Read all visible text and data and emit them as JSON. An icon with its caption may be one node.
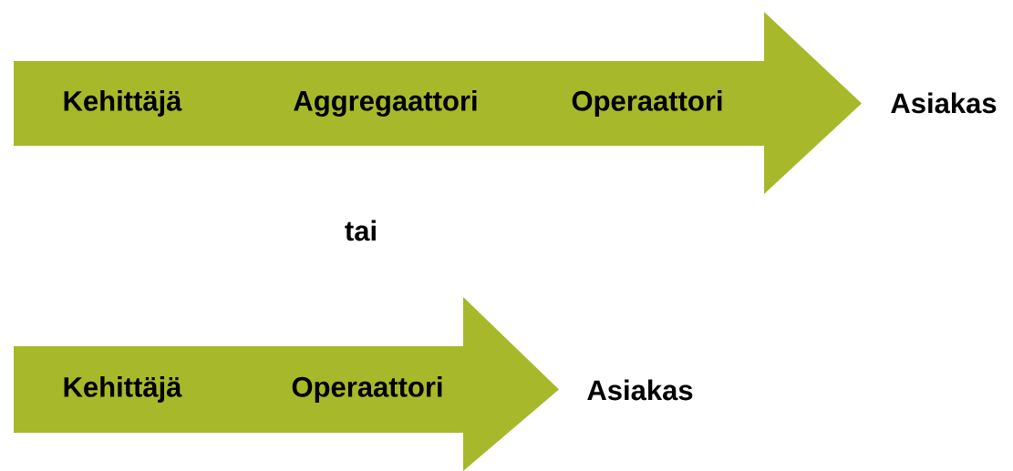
{
  "diagram": {
    "nodes": [
      {
        "text": [
          "Kehittäjä",
          "Aggregaattori",
          "Operaattori"
        ]
      },
      {
        "text": [
          "Asiakas"
        ]
      },
      {
        "text": [
          "Kehittäjä",
          "Operaattori"
        ]
      },
      {
        "text": [
          "Asiakas"
        ]
      }
    ],
    "labels": [
      "tai"
    ]
  }
}
